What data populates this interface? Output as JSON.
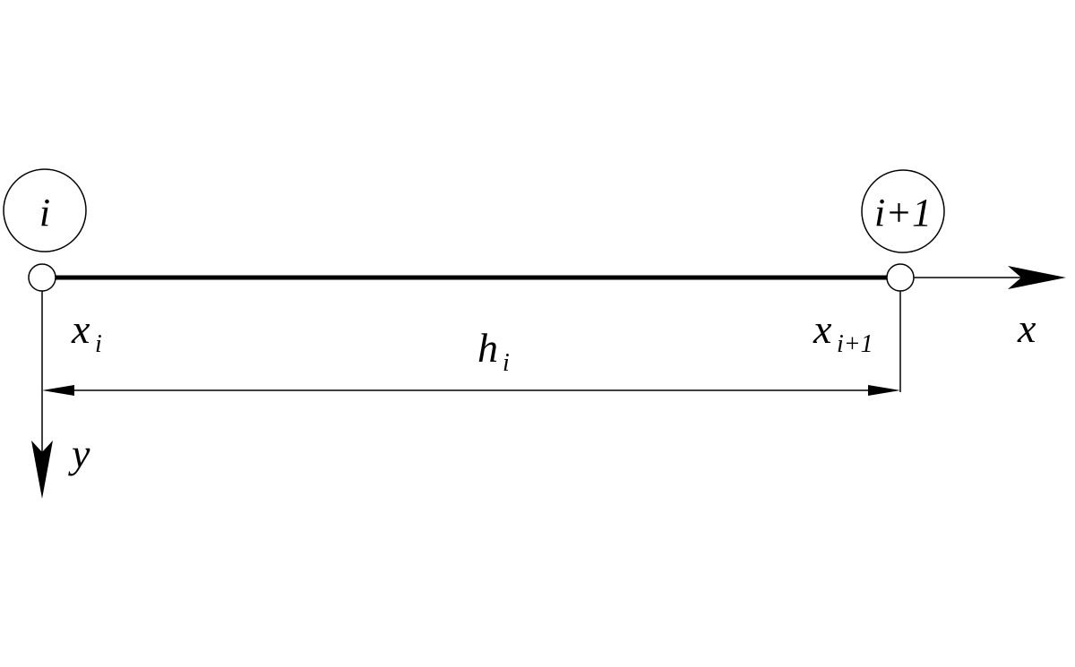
{
  "diagram": {
    "node_left": {
      "label": "i"
    },
    "node_right": {
      "label": "i+1"
    },
    "x_axis": {
      "label": "x"
    },
    "y_axis": {
      "label": "y"
    },
    "coord_left": {
      "base": "x",
      "subscript": "i"
    },
    "coord_right": {
      "base": "x",
      "subscript": "i+1"
    },
    "length": {
      "base": "h",
      "subscript": "i"
    }
  },
  "colors": {
    "stroke": "#000000",
    "background": "#ffffff"
  }
}
